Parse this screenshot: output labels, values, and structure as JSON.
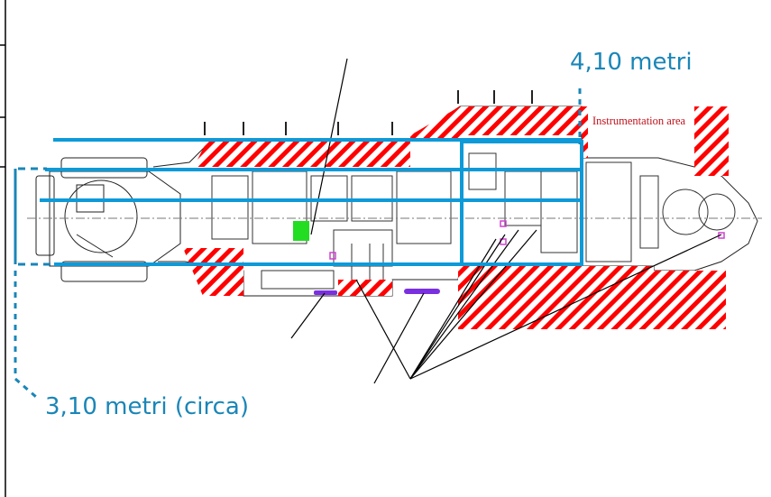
{
  "labels": {
    "width_top": "4,10 metri",
    "width_left": "3,10 metri (circa)",
    "instrumentation_area": "Instrumentation area"
  },
  "colors": {
    "dimension_blue": "#1a86b8",
    "line_blue": "#0d9ad8",
    "hatch_red": "#ff0000",
    "instrument_text": "#c0101a"
  }
}
